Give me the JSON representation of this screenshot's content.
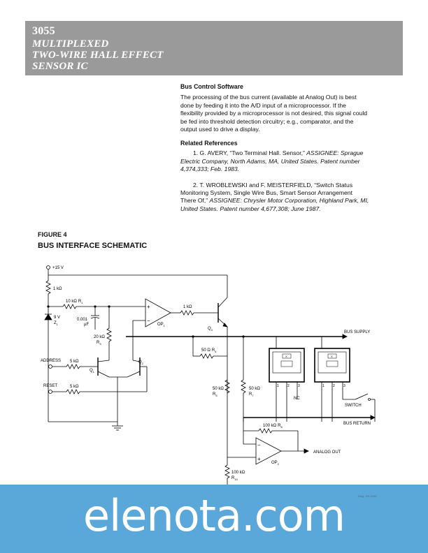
{
  "header": {
    "part_number": "3055",
    "title_line1": "MULTIPLEXED",
    "title_line2": "TWO-WIRE HALL EFFECT",
    "title_line3": "SENSOR IC"
  },
  "bus_control": {
    "heading": "Bus Control Software",
    "line1": "The processing of the bus current (available at Analog Out) is best",
    "line2": "done by feeding it into the A/D input of a microprocessor.  If the",
    "line3": "flexibility provided by a microprocessor is not desired, this signal could",
    "line4": "be fed into threshold detection circuitry; e.g., comparator, and the",
    "line5": "output used to drive a display."
  },
  "references": {
    "heading": "Related References",
    "ref1_plain": "1. G. AVERY, “Two Terminal Hall. Sensor,” ",
    "ref1_italic": "ASSIGNEE: Sprague",
    "ref1_line2": "Electric Company, North Adams, MA, United States. Patent number",
    "ref1_line3": "4,374,333; Feb. 1983.",
    "ref2_line1": "2. T. WROBLEWSKI and F. MEISTERFIELD, “Switch Status",
    "ref2_line2": "Monitoring System, Single Wire Bus, Smart Sensor Arrangement",
    "ref2_line3_plain": "There Of,” ",
    "ref2_line3_italic": "ASSIGNEE: Chrysler Motor Corporation, Highland Park, MI,",
    "ref2_line4": "United States. Patent number 4,677,308; June 1987."
  },
  "figure": {
    "label": "FIGURE 4",
    "title": "BUS INTERFACE SCHEMATIC"
  },
  "schematic": {
    "vcc": "+15 V",
    "r_1k_top": "1 kΩ",
    "r_10k": "10 kΩ",
    "r_10k_ref": "R",
    "r_10k_sub": "1",
    "zener_v": "9 V",
    "zener_ref": "Z",
    "zener_sub": "1",
    "cap_value": "0.001",
    "cap_unit": "µF",
    "r_20k": "20 kΩ",
    "r_20k_ref": "R",
    "r_20k_sub": "3",
    "op1_ref": "OP",
    "op1_sub": "1",
    "plus": "+",
    "minus": "−",
    "r_1k_mid": "1 kΩ",
    "q3_ref": "Q",
    "q3_sub": "3",
    "bus_supply": "BUS SUPPLY",
    "r_50ohm": "50 Ω",
    "r_50ohm_ref": "R",
    "r_50ohm_sub": "4",
    "address": "ADDRESS",
    "r_5k_a": "5 kΩ",
    "q1_ref": "Q",
    "q1_sub": "1",
    "q2_ref": "Q",
    "q2_sub": "2",
    "reset": "RESET",
    "r_5k_b": "5 kΩ",
    "r5_value": "50 kΩ",
    "r5_ref": "R",
    "r5_sub": "5",
    "r7_value": "50 kΩ",
    "r7_ref": "R",
    "r7_sub": "7",
    "pin1": "1",
    "pin2": "2",
    "pin3": "3",
    "nc": "NC",
    "switch": "SWITCH",
    "bus_return": "BUS RETURN",
    "r8_value": "100 kΩ",
    "r8_ref": "R",
    "r8_sub": "8",
    "op2_ref": "OP",
    "op2_sub": "2",
    "analog_out": "ANALOG OUT",
    "r10_value": "100 kΩ",
    "r10_ref": "R",
    "r10_sub": "10",
    "chip_mark": "X"
  },
  "dwg_number": "Dwg. GH-0095",
  "watermark": "elenota.com",
  "colors": {
    "header_bg": "#9a9a9a",
    "banner_bg": "#5aa7d9"
  }
}
